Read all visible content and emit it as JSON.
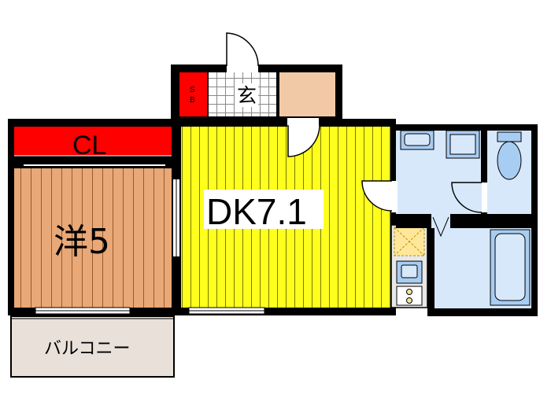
{
  "plan": {
    "rooms": {
      "closet": {
        "label": "CL"
      },
      "western_room": {
        "label": "洋5"
      },
      "dining_kitchen": {
        "label": "DK7.1"
      },
      "entrance": {
        "label": "玄"
      },
      "shoe_box": {
        "label_top": "S",
        "label_bottom": "B"
      },
      "balcony": {
        "label": "バルコニー"
      }
    },
    "colors": {
      "wall": "#000000",
      "closet_fill": "#ff0000",
      "shoe_box_fill": "#ff0000",
      "western_floor": "#e9a877",
      "dk_floor": "#ffff1e",
      "storage_fill": "#f2c9a6",
      "balcony_fill": "#e9e0d9",
      "wet_area_fill": "#d7e8fb",
      "fixture_fill": "#a8cdf2",
      "washer_fill": "#ffe79a"
    }
  }
}
